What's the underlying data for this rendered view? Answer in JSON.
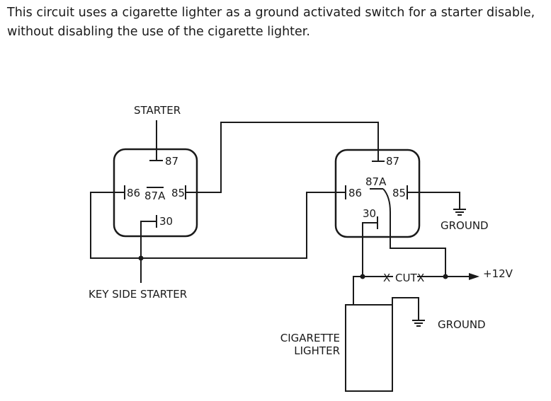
{
  "description": {
    "line1": "This circuit uses a cigarette lighter as a ground activated switch for a starter disable,",
    "line2": "without disabling the use of the cigarette lighter."
  },
  "labels": {
    "starter": "STARTER",
    "key_side_starter": "KEY SIDE STARTER",
    "ground_relay": "GROUND",
    "ground_lighter": "GROUND",
    "plus_12v": "+12V",
    "cut": "CUT",
    "lighter_line1": "CIGARETTE",
    "lighter_line2": "LIGHTER",
    "cut_mark": "X"
  },
  "relay_left": {
    "pin_87": "87",
    "pin_86": "86",
    "pin_87a": "87A",
    "pin_85": "85",
    "pin_30": "30"
  },
  "relay_right": {
    "pin_87": "87",
    "pin_86": "86",
    "pin_87a": "87A",
    "pin_85": "85",
    "pin_30": "30"
  },
  "colors": {
    "line": "#1a1a1a",
    "background": "#ffffff"
  }
}
